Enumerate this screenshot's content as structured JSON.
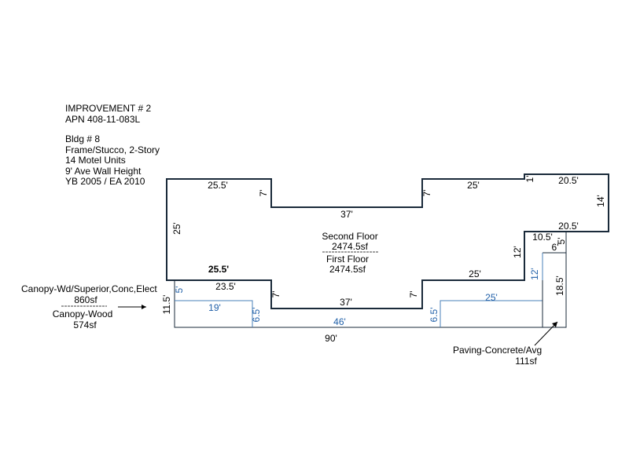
{
  "info": {
    "improvement": "IMPROVEMENT # 2",
    "apn": "APN 408-11-083L",
    "bldg": "Bldg # 8",
    "construction": "Frame/Stucco, 2-Story",
    "units": "14 Motel Units",
    "wall_height": "9' Ave Wall Height",
    "year": "YB 2005 / EA 2010"
  },
  "areas": {
    "second_floor_label": "Second Floor",
    "second_floor_area": "2474.5sf",
    "first_floor_label": "First Floor",
    "first_floor_area": "2474.5sf",
    "canopy_label": "Canopy-Wd/Superior,Conc,Elect",
    "canopy_area": "860sf",
    "canopy_wood_label": "Canopy-Wood",
    "canopy_wood_area": "574sf",
    "paving_label": "Paving-Concrete/Avg",
    "paving_area": "111sf"
  },
  "dims": {
    "upper_left_top": "25.5'",
    "upper_left_notch": "7'",
    "upper_mid": "37'",
    "upper_right_notch": "7'",
    "upper_right_top": "25'",
    "step_small": "1'",
    "upper_far_right": "20.5'",
    "right_side": "14'",
    "left_side": "25'",
    "right_step_top": "20.5'",
    "lower_left_top": "25.5'",
    "right_step_inner": "10.5'",
    "right_step_vert": "12'",
    "paving_width": "6'",
    "paving_small": "5'",
    "lower_right_top": "25'",
    "lower_left_notch": "7'",
    "lower_mid": "37'",
    "lower_right_notch": "7'",
    "canopy_top_left": "23.5'",
    "canopy_left_small": "5'",
    "canopy_left_side": "11.5'",
    "canopy_inner_left": "19'",
    "canopy_inner_left_vert": "6.5'",
    "canopy_inner_mid": "46'",
    "canopy_inner_right_vert": "6.5'",
    "canopy_inner_right": "25'",
    "canopy_right_vert": "12'",
    "paving_height": "18.5'",
    "bottom_total": "90'"
  }
}
